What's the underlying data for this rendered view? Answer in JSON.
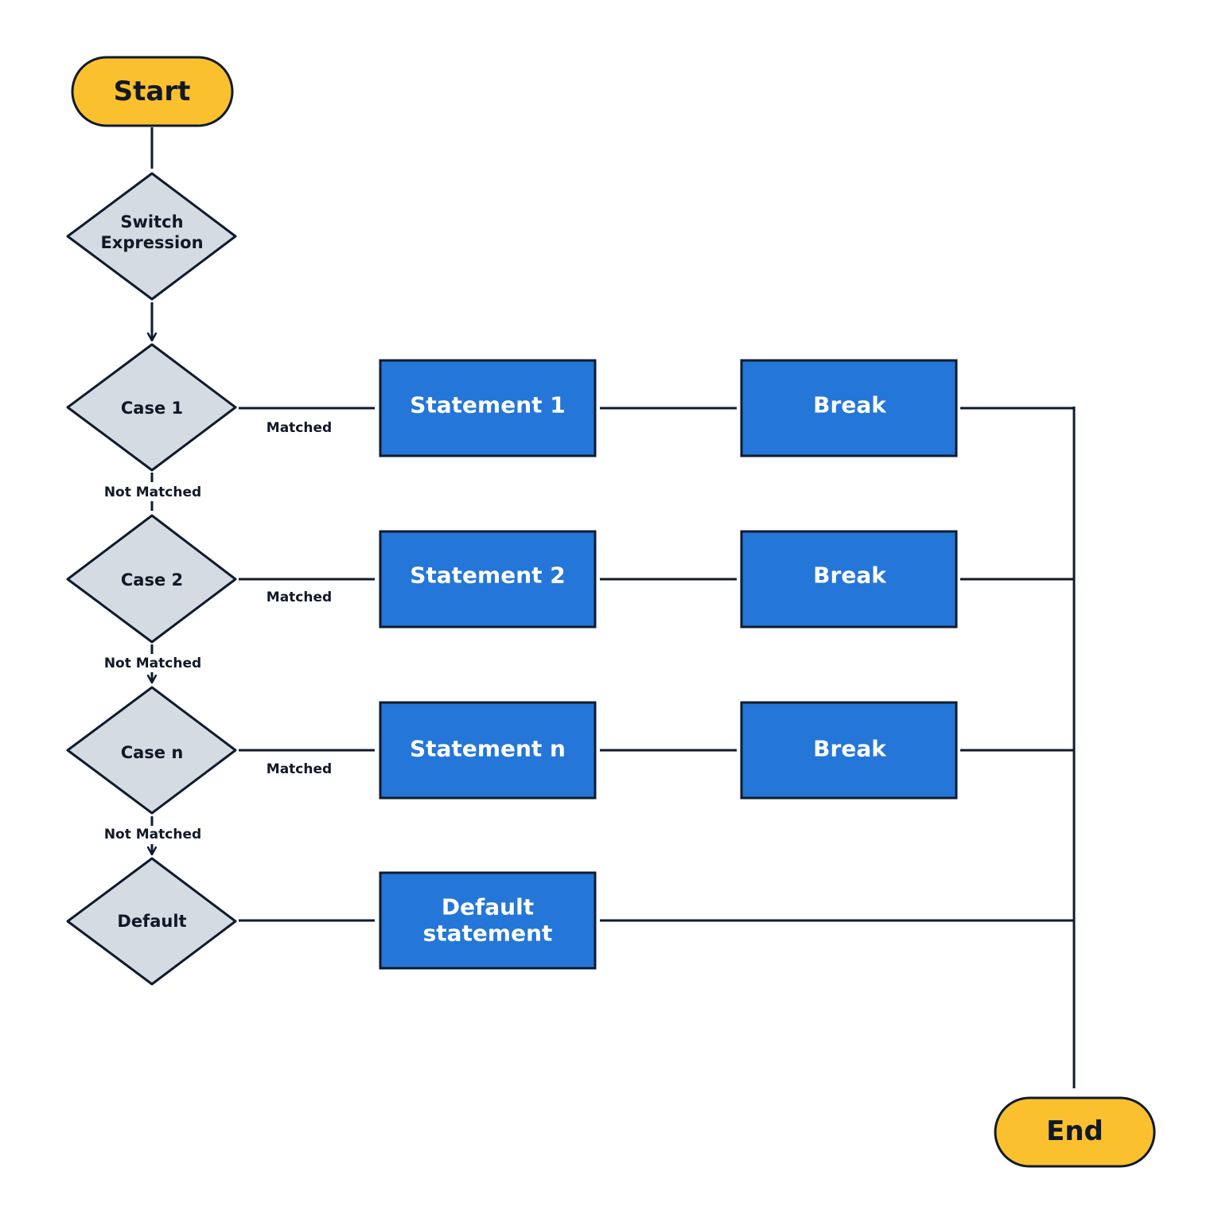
{
  "colors": {
    "terminal_fill": "#fbc02d",
    "decision_fill": "#d5dbe3",
    "process_fill": "#2476d8",
    "stroke": "#0f1b2d",
    "process_text": "#ffffff",
    "dark_text": "#111827"
  },
  "nodes": {
    "start": "Start",
    "switch_line1": "Switch",
    "switch_line2": "Expression",
    "case1": "Case 1",
    "case2": "Case 2",
    "casen": "Case n",
    "default": "Default",
    "statement1": "Statement 1",
    "statement2": "Statement 2",
    "statementn": "Statement n",
    "break1": "Break",
    "break2": "Break",
    "breakn": "Break",
    "default_stmt_line1": "Default",
    "default_stmt_line2": "statement",
    "end": "End"
  },
  "edges": {
    "matched1": "Matched",
    "matched2": "Matched",
    "matchedn": "Matched",
    "not_matched1": "Not Matched",
    "not_matched2": "Not Matched",
    "not_matched3": "Not Matched"
  }
}
